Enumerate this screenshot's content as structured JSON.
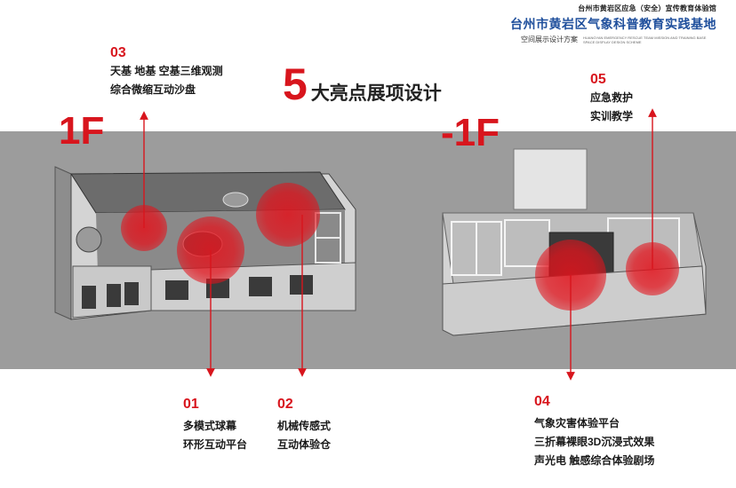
{
  "header": {
    "organization": "台州市黄岩区应急（安全）宣传教育体验馆",
    "title": "台州市黄岩区气象科普教育实践基地",
    "subtitle": "空间展示设计方案",
    "subtitle_en": "HUANGYAN EMERGENCY RESCUE TEAM MISSION AND TRAINING BASE SPACE DISPLAY DESIGN SCHEME"
  },
  "headline": {
    "number": "5",
    "text": "大亮点展项设计"
  },
  "floors": {
    "first": "1F",
    "basement": "-1F"
  },
  "callouts": [
    {
      "id": "03",
      "lines": [
        "天基 地基 空基三维观测",
        "综合微缩互动沙盘"
      ]
    },
    {
      "id": "05",
      "lines": [
        "应急救护",
        "实训教学"
      ]
    },
    {
      "id": "01",
      "lines": [
        "多模式球幕",
        "环形互动平台"
      ]
    },
    {
      "id": "02",
      "lines": [
        "机械传感式",
        "互动体验仓"
      ]
    },
    {
      "id": "04",
      "lines": [
        "气象灾害体验平台",
        "三折幕裸眼3D沉浸式效果",
        "声光电 触感综合体验剧场"
      ]
    }
  ],
  "colors": {
    "accent": "#d8151d",
    "title_blue": "#1f4f9c",
    "band": "#9c9c9c"
  }
}
